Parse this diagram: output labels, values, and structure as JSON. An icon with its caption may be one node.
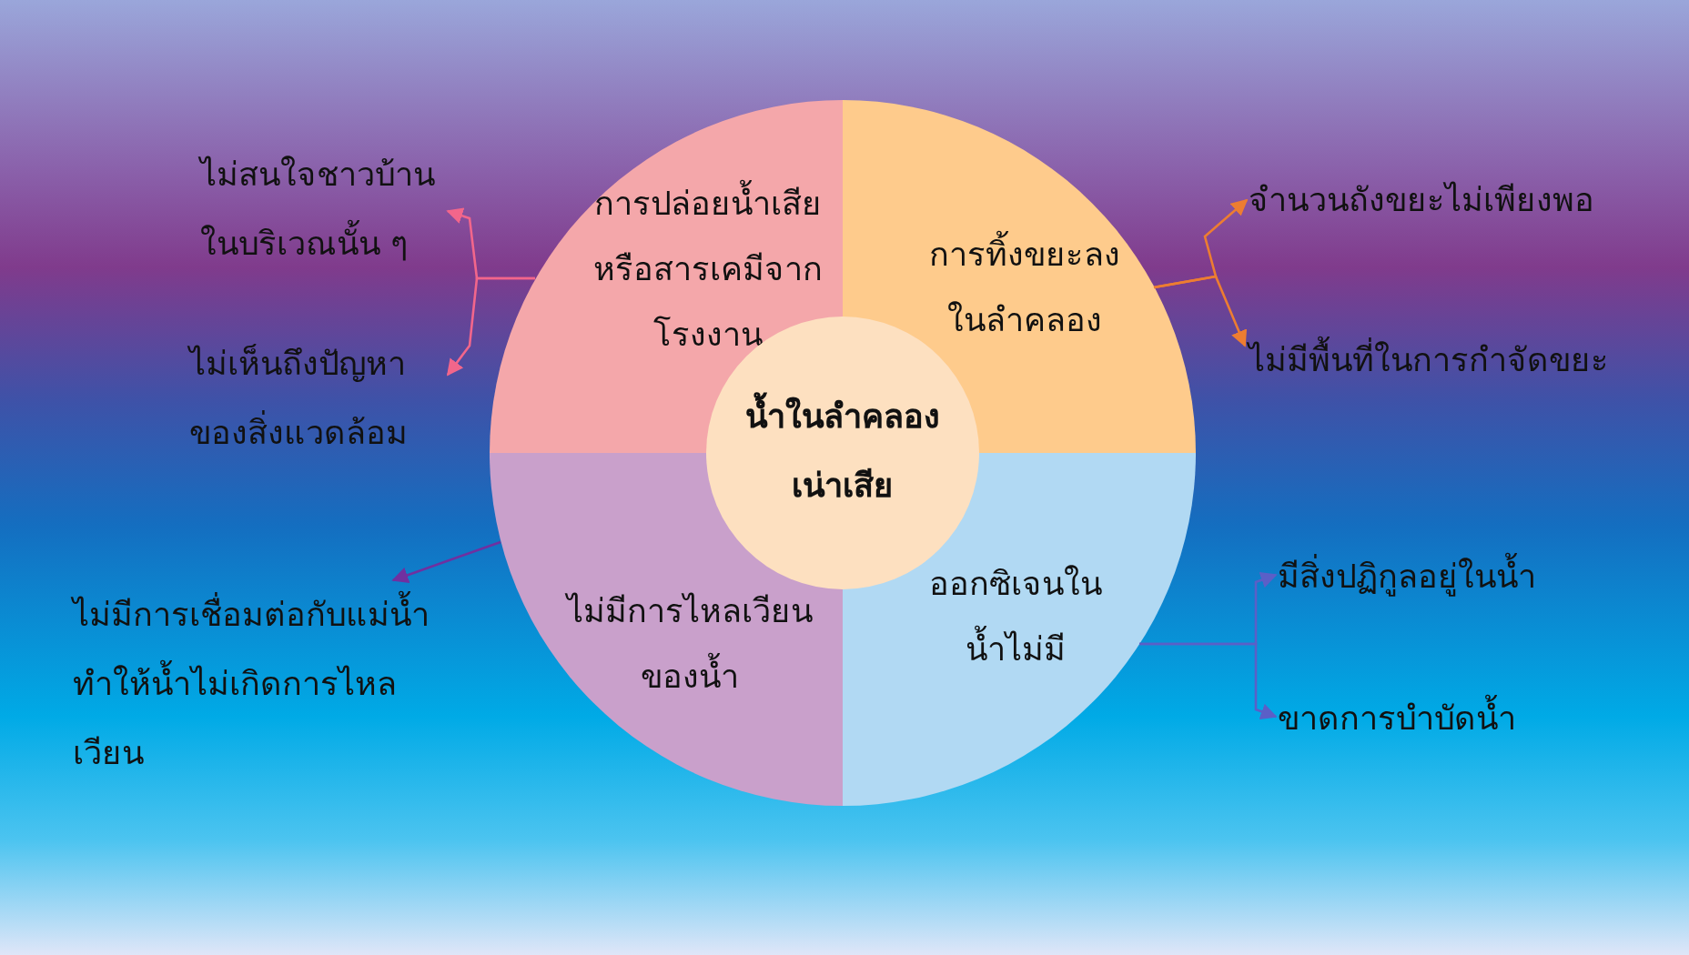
{
  "diagram": {
    "nodes": [
      {
        "text": [
          "น้ำในลำคลองเน่าเสีย"
        ]
      },
      {
        "text": [
          "การปล่อยน้ำเสียหรือสารเคมีจากโรงงาน"
        ]
      },
      {
        "text": [
          "การทิ้งขยะลงในลำคลอง"
        ]
      },
      {
        "text": [
          "ออกซิเจนในน้ำไม่มี"
        ]
      },
      {
        "text": [
          "ไม่มีการไหลเวียนของน้ำ"
        ]
      },
      {
        "text": [
          "ไม่สนใจชาวบ้านในบริเวณนั้น ๆ"
        ]
      },
      {
        "text": [
          "ไม่เห็นถึงปัญหาของสิ่งแวดล้อม"
        ]
      },
      {
        "text": [
          "จำนวนถังขยะไม่เพียงพอ"
        ]
      },
      {
        "text": [
          "ไม่มีพื้นที่ในการกำจัดขยะ"
        ]
      },
      {
        "text": [
          "มีสิ่งปฏิกูลอยู่ในน้ำ"
        ]
      },
      {
        "text": [
          "ขาดการบำบัดน้ำ"
        ]
      },
      {
        "text": [
          "ไม่มีการเชื่อมต่อกับแม่น้ำ ทำให้น้ำไม่เกิดการไหลเวียน"
        ]
      }
    ],
    "edges": [
      {
        "from": 1,
        "to": 5,
        "arrow": "to",
        "color": "#f2668b"
      },
      {
        "from": 1,
        "to": 6,
        "arrow": "to",
        "color": "#f2668b"
      },
      {
        "from": 2,
        "to": 7,
        "arrow": "to",
        "color": "#ed7d31"
      },
      {
        "from": 2,
        "to": 8,
        "arrow": "to",
        "color": "#ed7d31"
      },
      {
        "from": 4,
        "to": 11,
        "arrow": "to",
        "color": "#7030a0"
      },
      {
        "from": 3,
        "to": 9,
        "arrow": "to",
        "color": "#5b5fc7"
      },
      {
        "from": 3,
        "to": 10,
        "arrow": "to",
        "color": "#5b5fc7"
      }
    ]
  }
}
